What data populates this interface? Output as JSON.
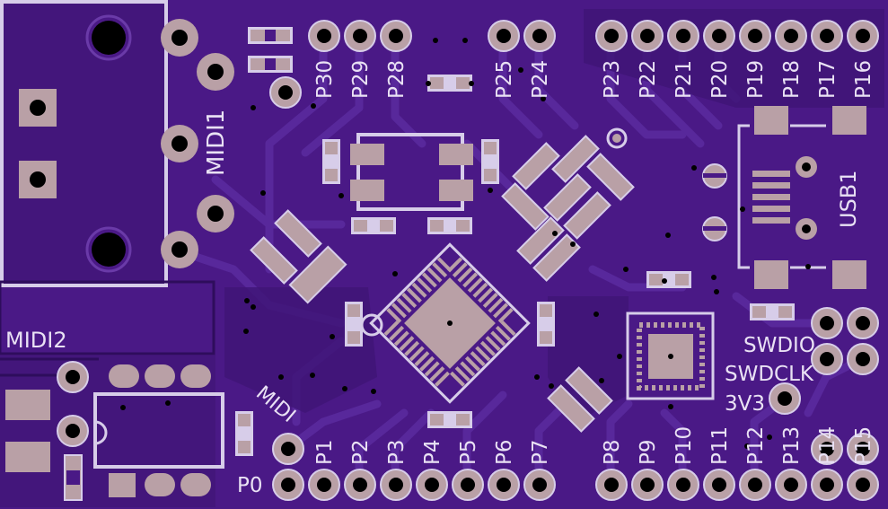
{
  "colors": {
    "board": "#4a1986",
    "board_dark": "#3a1168",
    "trace": "#5b2ba0",
    "pad": "#b9a0a6",
    "silk": "#ddd3ee",
    "hole": "#000000"
  },
  "labels": {
    "midi1": "MIDI1",
    "midi2": "MIDI2",
    "midi": "MIDI",
    "usb1": "USB1",
    "swdio": "SWDIO",
    "swdclk": "SWDCLK",
    "v33": "3V3"
  },
  "top_pins": [
    "P30",
    "P29",
    "P28",
    "P25",
    "P24",
    "P23",
    "P22",
    "P21",
    "P20",
    "P19",
    "P18",
    "P17",
    "P16"
  ],
  "bottom_pins": [
    "P0",
    "P1",
    "P2",
    "P3",
    "P4",
    "P5",
    "P6",
    "P7",
    "P8",
    "P9",
    "P10",
    "P11",
    "P12",
    "P13",
    "P14",
    "P15"
  ]
}
